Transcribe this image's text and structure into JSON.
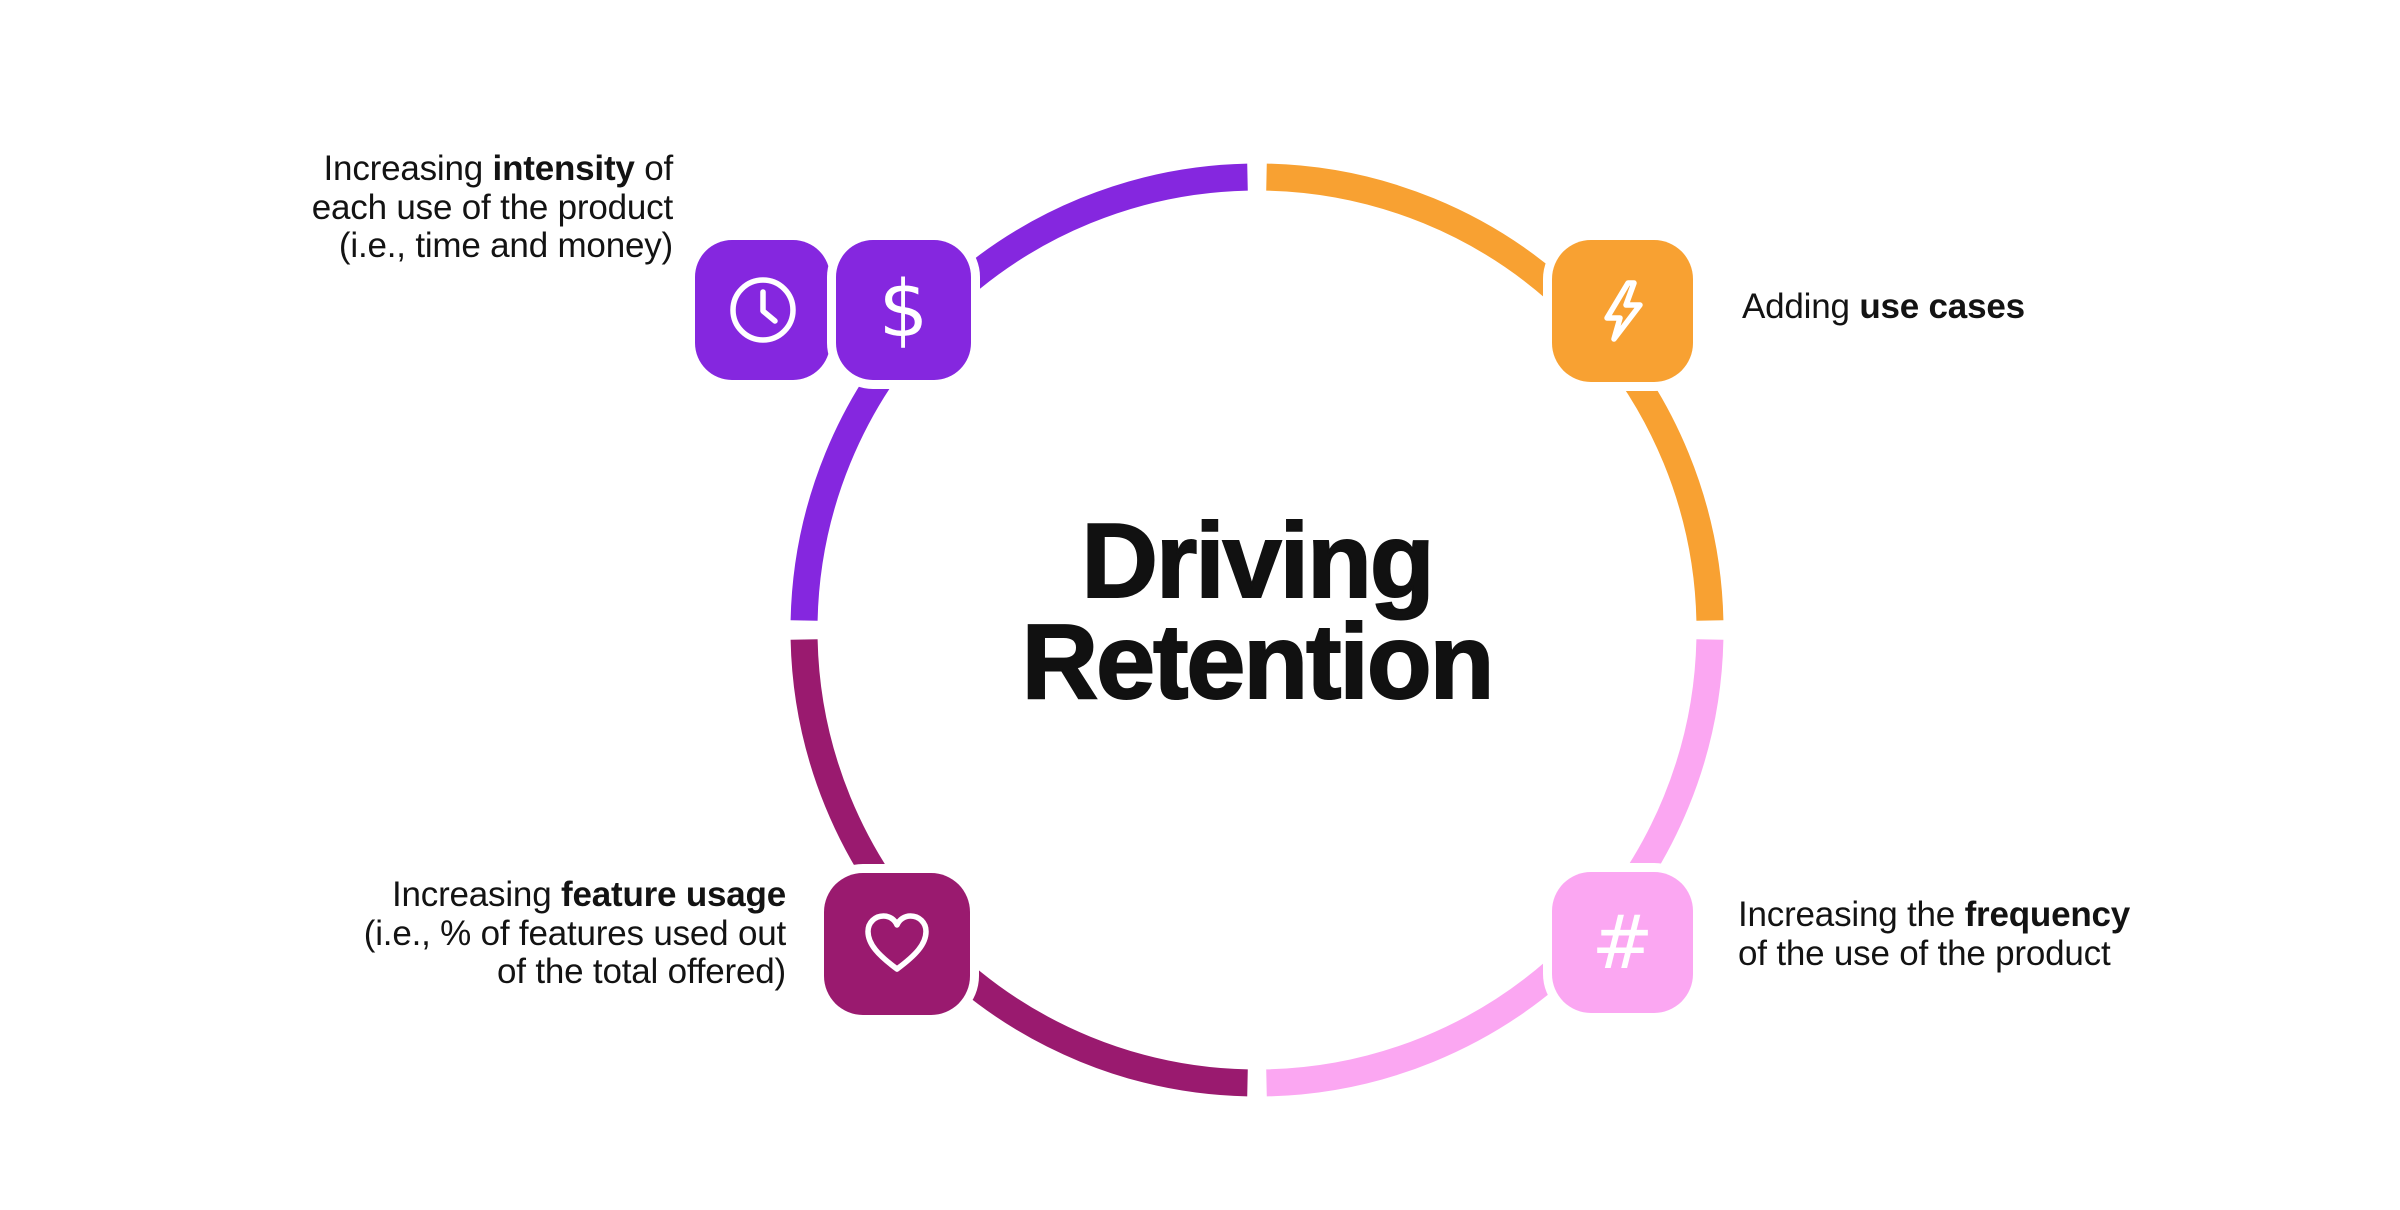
{
  "title": {
    "lines": [
      "Driving",
      "Retention"
    ],
    "color": "#111111"
  },
  "colors": {
    "purple": "#8527DF",
    "orange": "#F8A132",
    "pink": "#FBA7F2",
    "magenta": "#9A1A6F"
  },
  "quadrants": {
    "intensity": {
      "position": "top-left",
      "color": "#8527DF",
      "icons": [
        {
          "name": "clock-icon"
        },
        {
          "name": "dollar-icon",
          "glyph": "$"
        }
      ],
      "label": {
        "lines": [
          {
            "pre": "Increasing ",
            "bold": "intensity",
            "post": " of"
          },
          {
            "pre": "each use of the product"
          },
          {
            "pre": "(i.e., time and money)"
          }
        ]
      }
    },
    "use_cases": {
      "position": "top-right",
      "color": "#F8A132",
      "icons": [
        {
          "name": "lightning-icon"
        }
      ],
      "label": {
        "lines": [
          {
            "pre": "Adding ",
            "bold": "use cases"
          }
        ]
      }
    },
    "frequency": {
      "position": "bottom-right",
      "color": "#FBA7F2",
      "icons": [
        {
          "name": "hash-icon",
          "glyph": "#"
        }
      ],
      "label": {
        "lines": [
          {
            "pre": "Increasing the ",
            "bold": "frequency"
          },
          {
            "pre": "of the use of the product"
          }
        ]
      }
    },
    "feature_usage": {
      "position": "bottom-left",
      "color": "#9A1A6F",
      "icons": [
        {
          "name": "heart-icon"
        }
      ],
      "label": {
        "lines": [
          {
            "pre": "Increasing ",
            "bold": "feature usage"
          },
          {
            "pre": "(i.e., % of features used out"
          },
          {
            "pre": "of the total offered)"
          }
        ]
      }
    }
  }
}
